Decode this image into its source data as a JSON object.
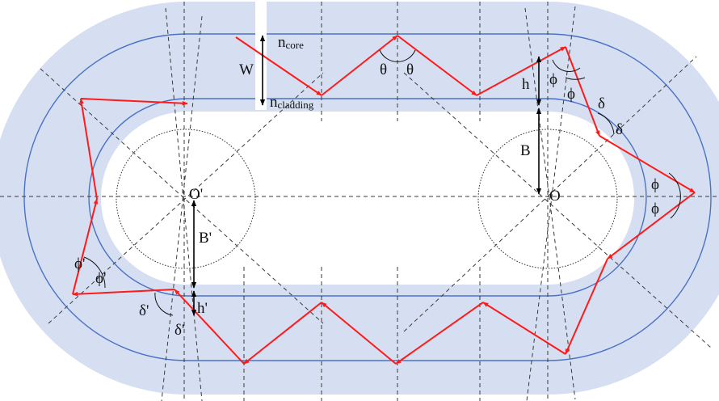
{
  "labels": {
    "n_core": "n",
    "n_core_sub": "core",
    "n_cladding": "n",
    "n_cladding_sub": "cladding",
    "W": "W",
    "theta_left": "θ",
    "theta_right": "θ",
    "h": "h",
    "B": "B",
    "O": "O",
    "O_prime": "O'",
    "B_prime": "B'",
    "h_prime": "h'",
    "phi_1": "ϕ",
    "phi_2": "ϕ",
    "phi_3": "ϕ",
    "phi_4": "ϕ",
    "delta_1": "δ",
    "delta_2": "δ",
    "phi_prime_1": "ϕ'",
    "phi_prime_2": "ϕ'",
    "delta_prime_1": "δ'",
    "delta_prime_2": "δ'"
  },
  "colors": {
    "band": "#d6dff2",
    "guide_line": "#4a72c4",
    "ray": "#ff1a1a",
    "dashed": "#3a3a3a",
    "text": "#111111"
  }
}
